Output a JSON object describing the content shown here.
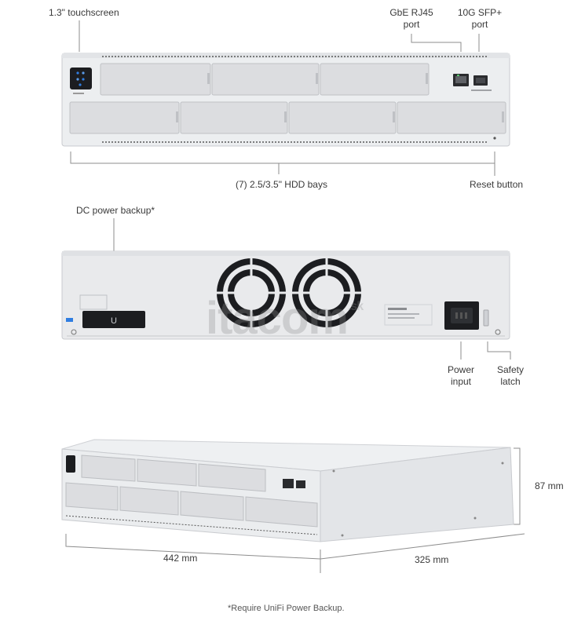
{
  "front": {
    "touchscreen": "1.3\" touchscreen",
    "rj45_line1": "GbE RJ45",
    "rj45_line2": "port",
    "sfp_line1": "10G SFP+",
    "sfp_line2": "port",
    "hdd_bays": "(7) 2.5/3.5\" HDD bays",
    "reset": "Reset button"
  },
  "rear": {
    "dc_backup": "DC power backup*",
    "power_line1": "Power",
    "power_line2": "input",
    "latch_line1": "Safety",
    "latch_line2": "latch"
  },
  "dimensions": {
    "height": "87 mm",
    "width": "442 mm",
    "depth": "325 mm"
  },
  "footnote": "*Require UniFi Power Backup.",
  "watermark": "itacom",
  "watermark_suffix": ".sk",
  "colors": {
    "chassis": "#e9eaec",
    "bay": "#dcdde0",
    "dark": "#1c1d20",
    "accent_blue": "#2f7de1",
    "line": "#9a9a9a"
  }
}
